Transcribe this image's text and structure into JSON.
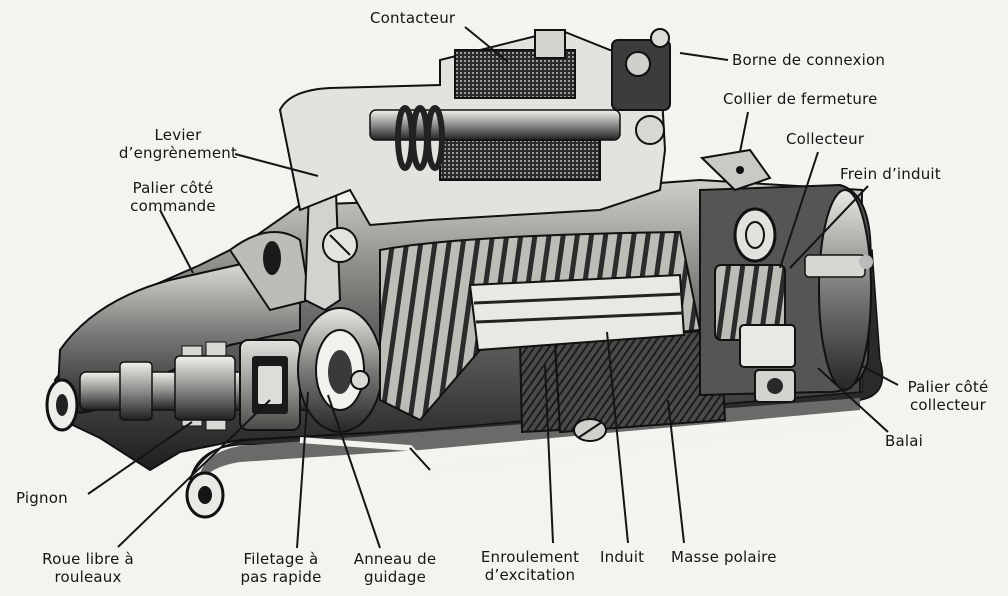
{
  "labels": {
    "contacteur": "Contacteur",
    "borne_de_connexion": "Borne de connexion",
    "collier_de_fermeture": "Collier de fermeture",
    "collecteur": "Collecteur",
    "frein_d_induit": "Frein d’induit",
    "levier_d_engrenement": "Levier\nd’engrènement",
    "palier_cote_commande": "Palier côté\ncommande",
    "palier_cote_collecteur": "Palier côté\ncollecteur",
    "balai": "Balai",
    "pignon": "Pignon",
    "roue_libre_a_rouleaux": "Roue libre à\nrouleaux",
    "filetage_a_pas_rapide": "Filetage à\npas rapide",
    "anneau_de_guidage": "Anneau de\nguidage",
    "enroulement_d_excitation": "Enroulement\nd’excitation",
    "induit": "Induit",
    "masse_polaire": "Masse polaire"
  },
  "colors": {
    "ink": "#151515",
    "paper": "#f4f3ef",
    "metal_dark": "#3a3a3a",
    "metal_mid": "#8a8a8a",
    "metal_light": "#d6d6d2"
  }
}
